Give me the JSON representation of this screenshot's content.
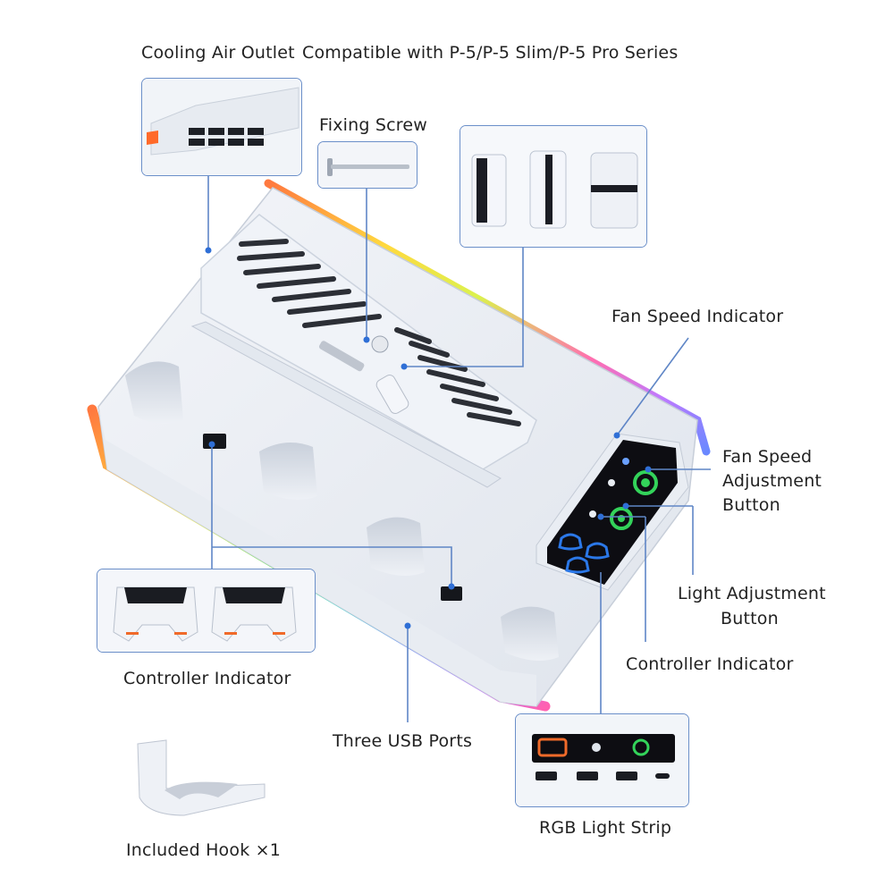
{
  "labels": {
    "cooling_air_outlet": "Cooling Air Outlet",
    "compatible": "Compatible with P-5/P-5 Slim/P-5 Pro Series",
    "fixing_screw": "Fixing Screw",
    "fan_speed_indicator": "Fan Speed Indicator",
    "fan_speed_adjustment_line1": "Fan Speed",
    "fan_speed_adjustment_line2": "Adjustment",
    "fan_speed_adjustment_line3": "Button",
    "light_adjustment_line1": "Light Adjustment",
    "light_adjustment_line2": "Button",
    "controller_indicator_right": "Controller Indicator",
    "controller_indicator_left": "Controller Indicator",
    "three_usb_ports": "Three USB Ports",
    "rgb_light_strip": "RGB Light Strip",
    "included_hook": "Included Hook ×1"
  },
  "colors": {
    "callout_line": "#5f86c6",
    "inset_border": "#6b8fc9",
    "panel_black": "#0d0d12",
    "led_green": "#33d35a",
    "led_blue": "#2b78e8",
    "led_orange": "#f06a2a"
  },
  "icons": [
    "fan-icon",
    "lightbulb-icon",
    "controller-icon",
    "usb-port-icon",
    "hook-icon",
    "screw-icon"
  ]
}
